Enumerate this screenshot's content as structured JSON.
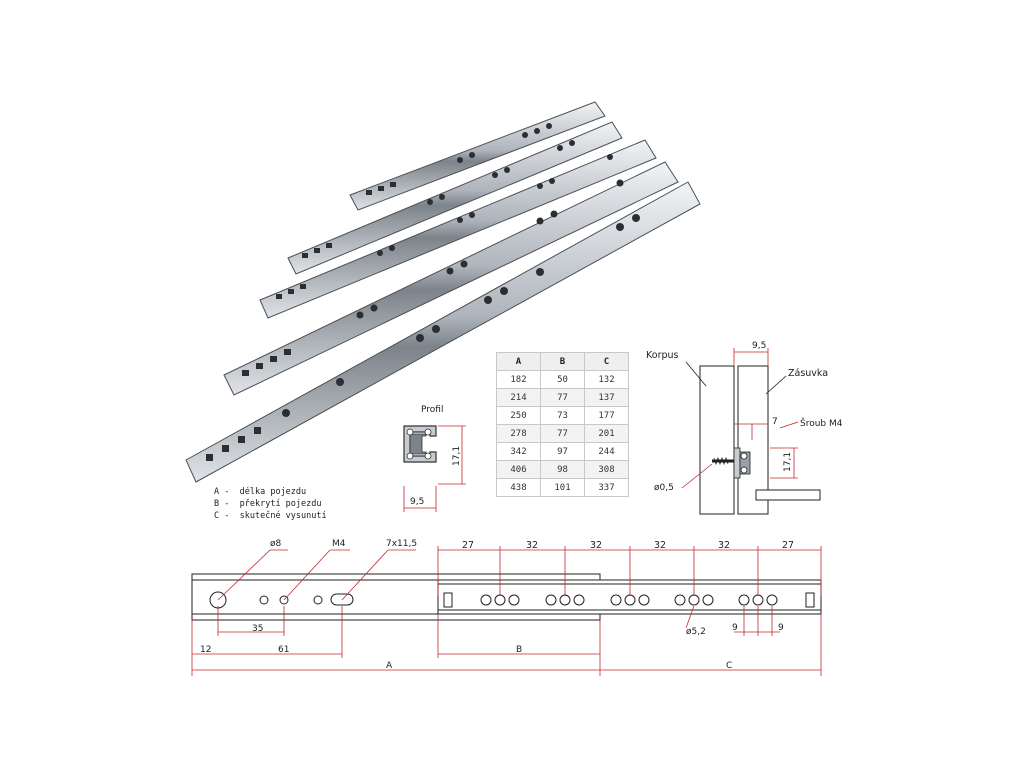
{
  "legend": [
    {
      "letter": "A",
      "sep": "-",
      "text": "délka pojezdu"
    },
    {
      "letter": "B",
      "sep": "-",
      "text": "překrytí pojezdu"
    },
    {
      "letter": "C",
      "sep": "-",
      "text": "skutečné vysunutí"
    }
  ],
  "table": {
    "headers": [
      "A",
      "B",
      "C"
    ],
    "rows": [
      [
        "182",
        "50",
        "132"
      ],
      [
        "214",
        "77",
        "137"
      ],
      [
        "250",
        "73",
        "177"
      ],
      [
        "278",
        "77",
        "201"
      ],
      [
        "342",
        "97",
        "244"
      ],
      [
        "406",
        "98",
        "308"
      ],
      [
        "438",
        "101",
        "337"
      ]
    ]
  },
  "profile": {
    "title": "Profil",
    "height": "17,1",
    "width": "9,5"
  },
  "mount": {
    "korpus": "Korpus",
    "zasuvka": "Zásuvka",
    "screw": "Šroub M4",
    "width": "9,5",
    "offset": "7",
    "height": "17,1",
    "hole": "ø0,5"
  },
  "bottom": {
    "hole8": "ø8",
    "m4": "M4",
    "slot": "7x11,5",
    "top_dims": [
      "27",
      "32",
      "32",
      "32",
      "32",
      "27"
    ],
    "d35": "35",
    "d12": "12",
    "d61": "61",
    "hole52": "ø5,2",
    "nine_a": "9",
    "nine_b": "9",
    "a": "A",
    "b": "B",
    "c": "C"
  },
  "colors": {
    "dimension": "#c0282d",
    "steel_light": "#d9dde2",
    "steel_dark": "#4b4f55"
  }
}
